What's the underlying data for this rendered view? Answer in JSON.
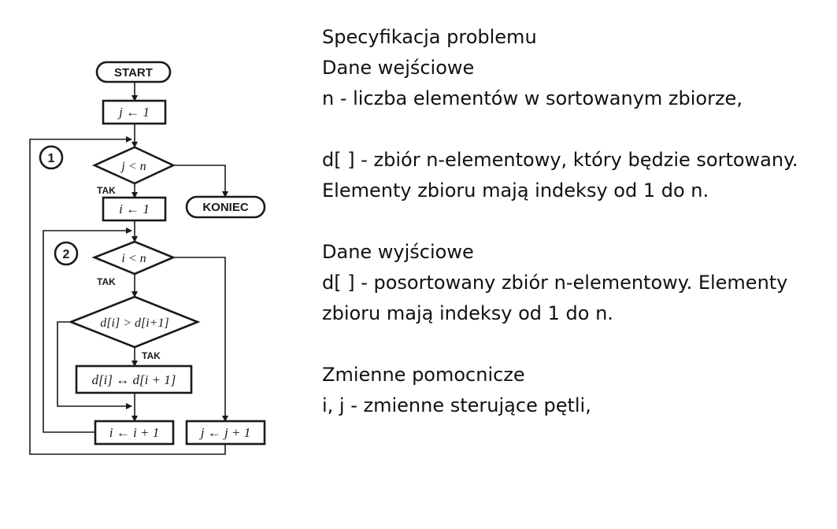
{
  "flowchart": {
    "start_label": "START",
    "end_label": "KONIEC",
    "init_j": "j ← 1",
    "cond_outer": "j < n",
    "yes_outer": "TAK",
    "init_i": "i ← 1",
    "cond_inner": "i < n",
    "yes_inner": "TAK",
    "cond_compare": "d[i] > d[i+1]",
    "yes_compare": "TAK",
    "swap": "d[i] ↔ d[i + 1]",
    "inc_i": "i ← i + 1",
    "inc_j": "j ← j + 1",
    "loop_1_marker": "1",
    "loop_2_marker": "2"
  },
  "spec": {
    "title": "Specyfikacja problemu",
    "input_heading": "Dane wejściowe",
    "input_n": "n - liczba elementów w sortowanym zbiorze,",
    "input_d": "d[ ] - zbiór n-elementowy, który będzie sortowany.",
    "input_index": "Elementy zbioru mają indeksy od 1 do n.",
    "output_heading": "Dane wyjściowe",
    "output_d_1": "d[ ] - posortowany zbiór n-elementowy. Elementy",
    "output_d_2": "zbioru mają indeksy od 1 do n.",
    "helpers_heading": "Zmienne pomocnicze",
    "helpers_ij": "i, j - zmienne sterujące pętli,"
  }
}
